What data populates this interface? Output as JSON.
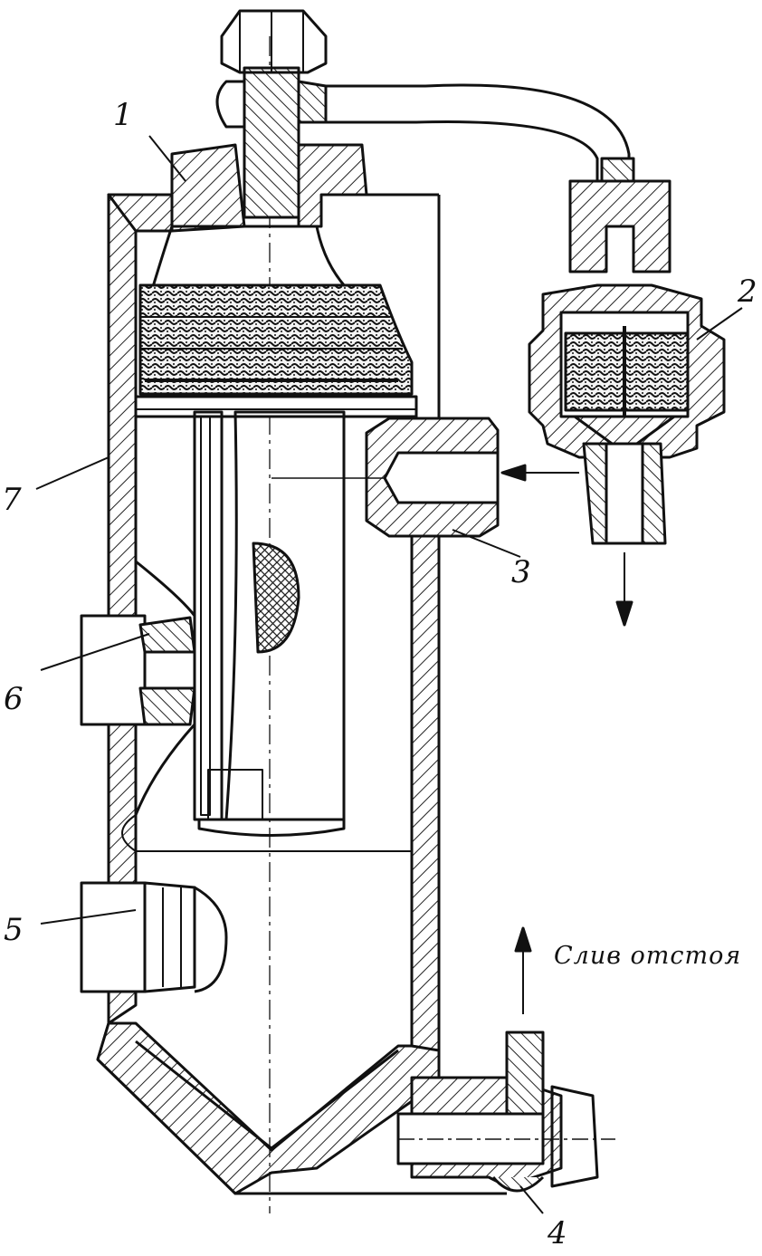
{
  "labels": {
    "l1": "1",
    "l2": "2",
    "l3": "3",
    "l4": "4",
    "l5": "5",
    "l6": "6",
    "l7": "7"
  },
  "caption": "Слив отстоя"
}
